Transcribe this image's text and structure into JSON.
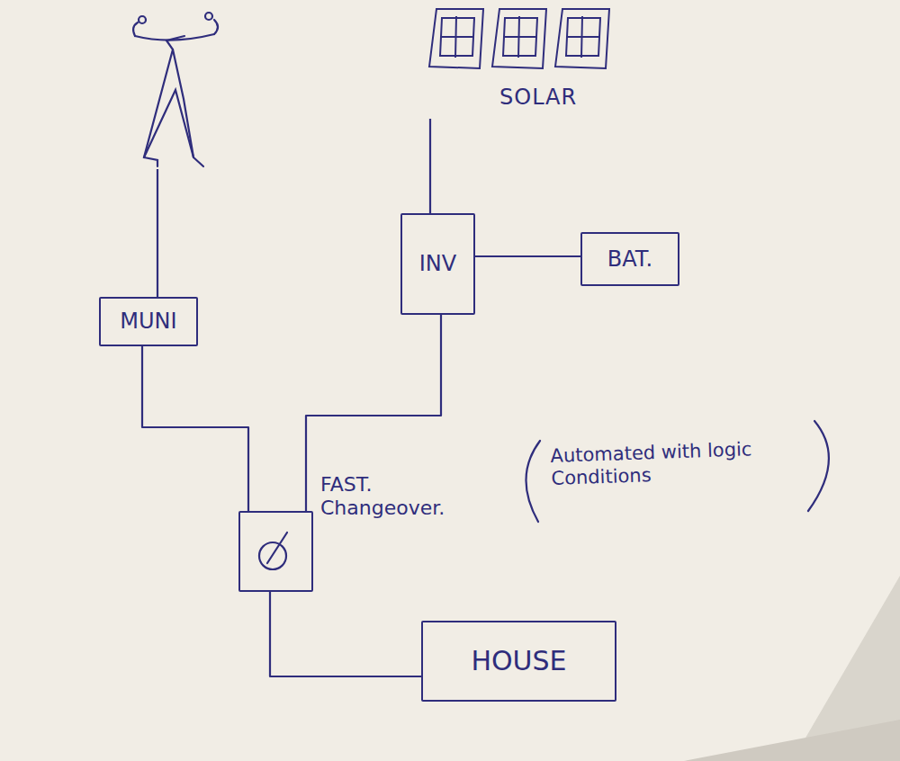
{
  "diagram": {
    "nodes": [
      {
        "text": [
          "SOLAR"
        ]
      },
      {
        "text": [
          "MUNI"
        ]
      },
      {
        "text": [
          "INV"
        ]
      },
      {
        "text": [
          "BAT."
        ]
      },
      {
        "text": [
          "FAST. Changeover."
        ]
      },
      {
        "text": [
          "HOUSE"
        ]
      }
    ],
    "edges": [
      {
        "from": 0,
        "to": 2,
        "arrow": "none"
      },
      {
        "from": 2,
        "to": 3,
        "arrow": "none"
      },
      {
        "from": 1,
        "to": 4,
        "arrow": "none"
      },
      {
        "from": 2,
        "to": 4,
        "arrow": "none"
      },
      {
        "from": 4,
        "to": 5,
        "arrow": "none"
      }
    ],
    "labels": [
      "Automated with logic Conditions"
    ]
  }
}
